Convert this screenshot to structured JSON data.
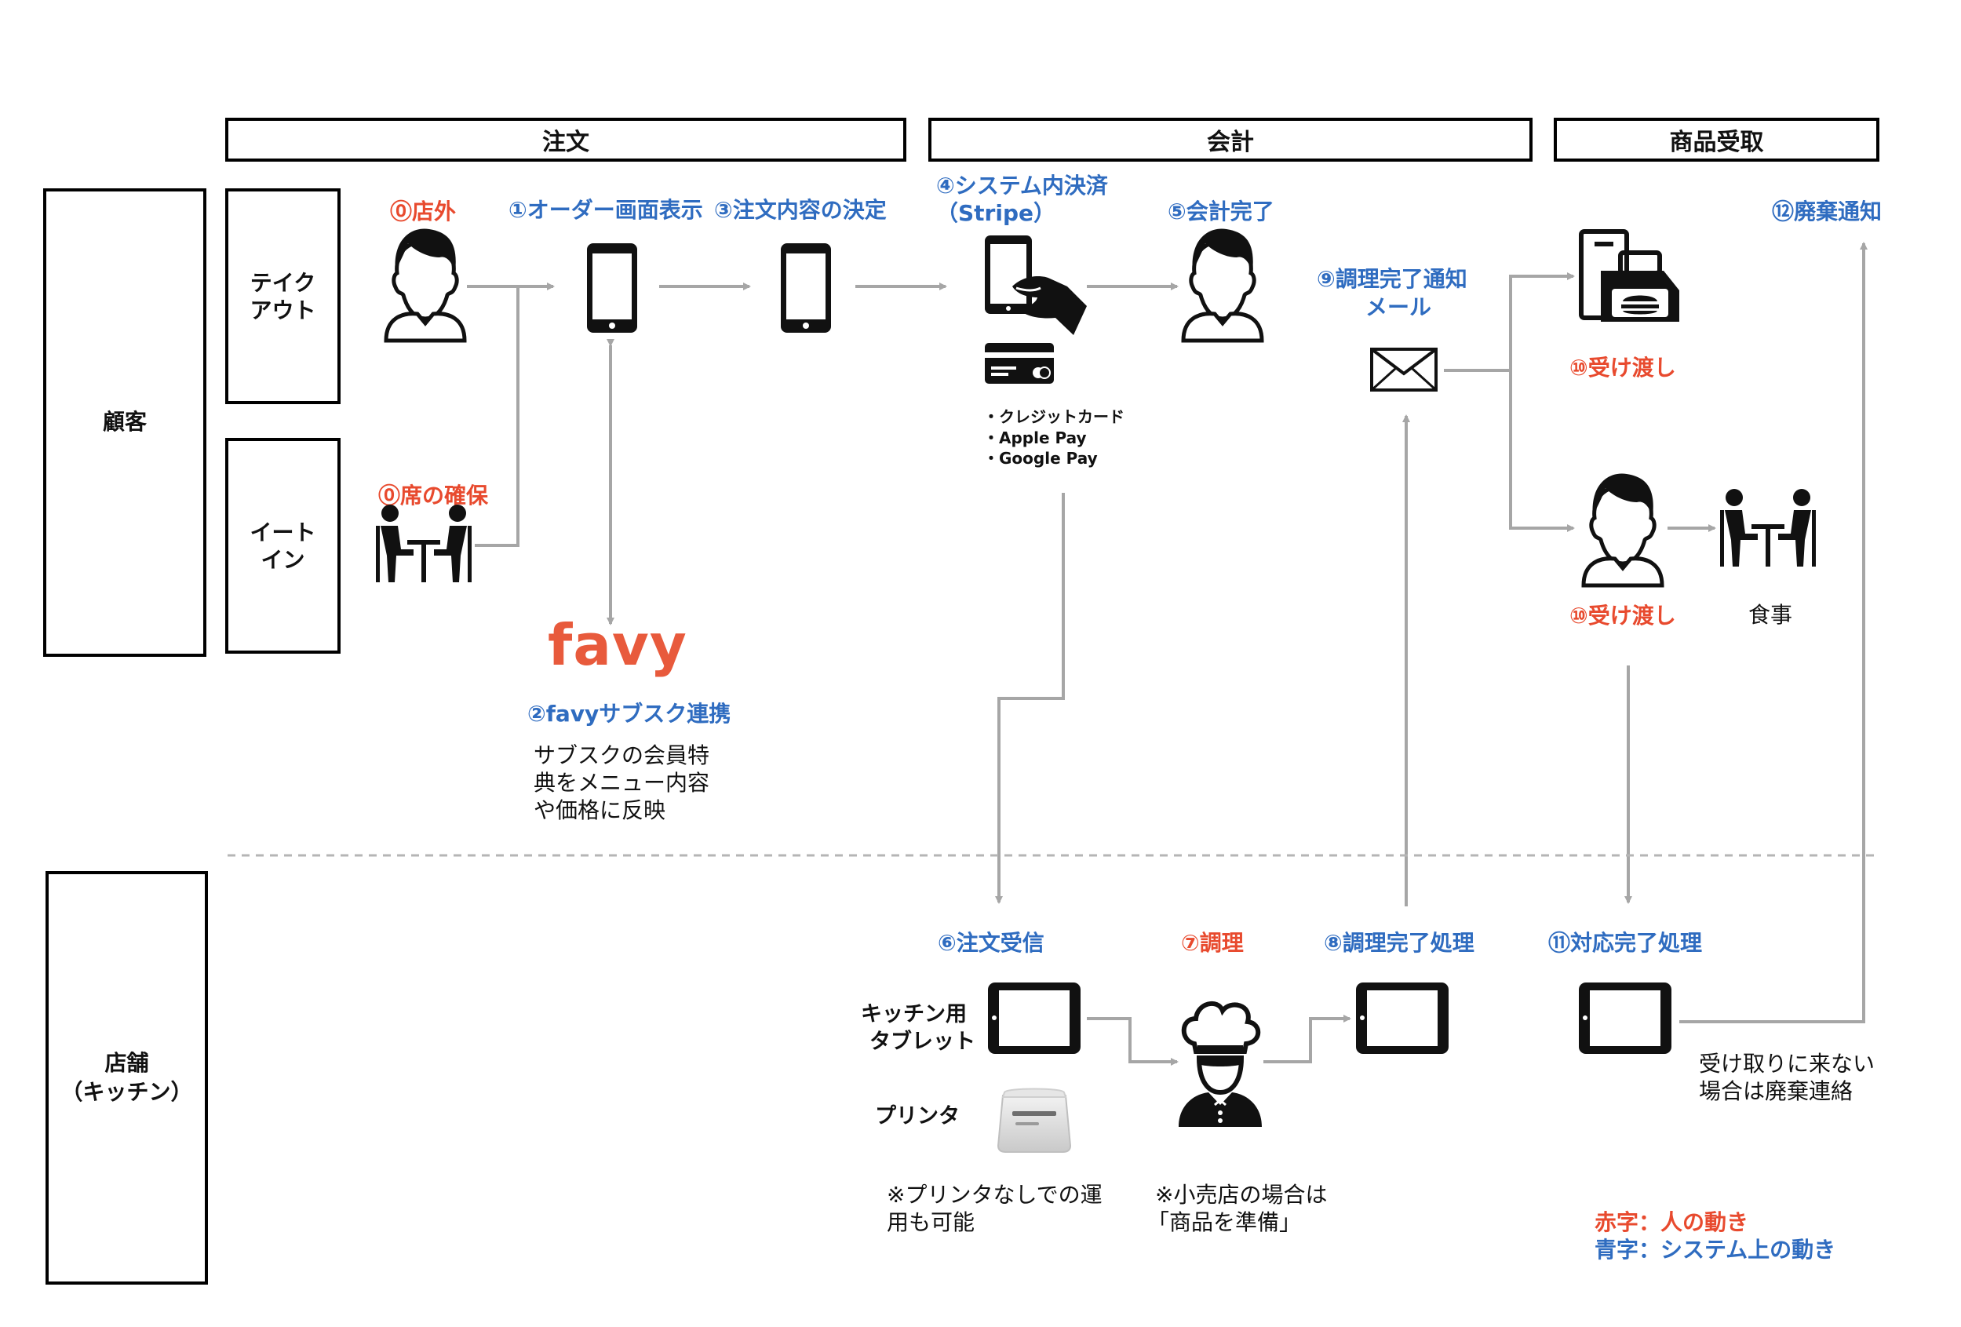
{
  "phases": {
    "order": "注文",
    "payment": "会計",
    "pickup": "商品受取"
  },
  "lanes": {
    "customer": "顧客",
    "store_line1": "店舗",
    "store_line2": "（キッチン）"
  },
  "sublanes": {
    "takeout_l1": "テイク",
    "takeout_l2": "アウト",
    "eatin_l1": "イート",
    "eatin_l2": "イン"
  },
  "steps": {
    "s0_outside": "⓪店外",
    "s0_seat": "⓪席の確保",
    "s1": "①オーダー画面表示",
    "s3": "③注文内容の決定",
    "s4_l1": "④システム内決済",
    "s4_l2": "（Stripe）",
    "s5": "⑤会計完了",
    "s9_l1": "⑨調理完了通知",
    "s9_l2": "メール",
    "s12": "⑫廃棄通知",
    "s10a": "⑩受け渡し",
    "s10b": "⑩受け渡し",
    "s2": "②favyサブスク連携",
    "s6": "⑥注文受信",
    "s7": "⑦調理",
    "s8": "⑧調理完了処理",
    "s11": "⑪対応完了処理"
  },
  "notes": {
    "payment_methods": [
      "・クレジットカード",
      "・Apple Pay",
      "・Google Pay"
    ],
    "favy_logo": "favy",
    "favy_desc": [
      "サブスクの会員特",
      "典をメニュー内容",
      "や価格に反映"
    ],
    "meal": "食事",
    "kitchen_tablet": [
      "キッチン用",
      "タブレット"
    ],
    "printer": "プリンタ",
    "printer_note": [
      "※プリンタなしでの運",
      "用も可能"
    ],
    "retail_note": [
      "※小売店の場合は",
      "「商品を準備」"
    ],
    "dispose_note": [
      "受け取りに来ない",
      "場合は廃棄連絡"
    ]
  },
  "legend": {
    "red": "赤字：人の動き",
    "blue": "青字：システム上の動き"
  },
  "colors": {
    "blue": "#2f6cc0",
    "red": "#e84a2e",
    "arrow": "#a6a6a6",
    "logo": "#e85a3c"
  }
}
